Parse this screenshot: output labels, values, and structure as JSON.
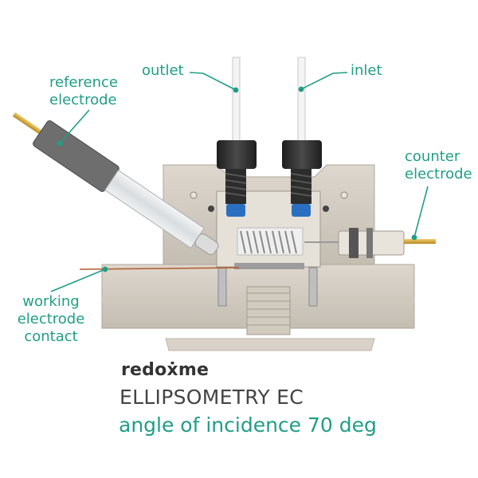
{
  "labels": {
    "outlet": "outlet",
    "inlet": "inlet",
    "reference": [
      "reference",
      "electrode"
    ],
    "counter": [
      "counter",
      "electrode"
    ],
    "working": [
      "working",
      "electrode",
      "contact"
    ]
  },
  "brand": {
    "prefix": "redox",
    "dot": "̇",
    "suffix": "me",
    "full": "redoxme"
  },
  "title": "ELLIPSOMETRY EC",
  "subtitle": "angle of incidence 70 deg",
  "colors": {
    "accent": "#1f9e86",
    "brand_dot": "#f59b1c",
    "body": "#d6d0c6",
    "body_shadow": "#b9b2a7",
    "dark": "#2b2b2b",
    "blue": "#2b6fc0"
  }
}
